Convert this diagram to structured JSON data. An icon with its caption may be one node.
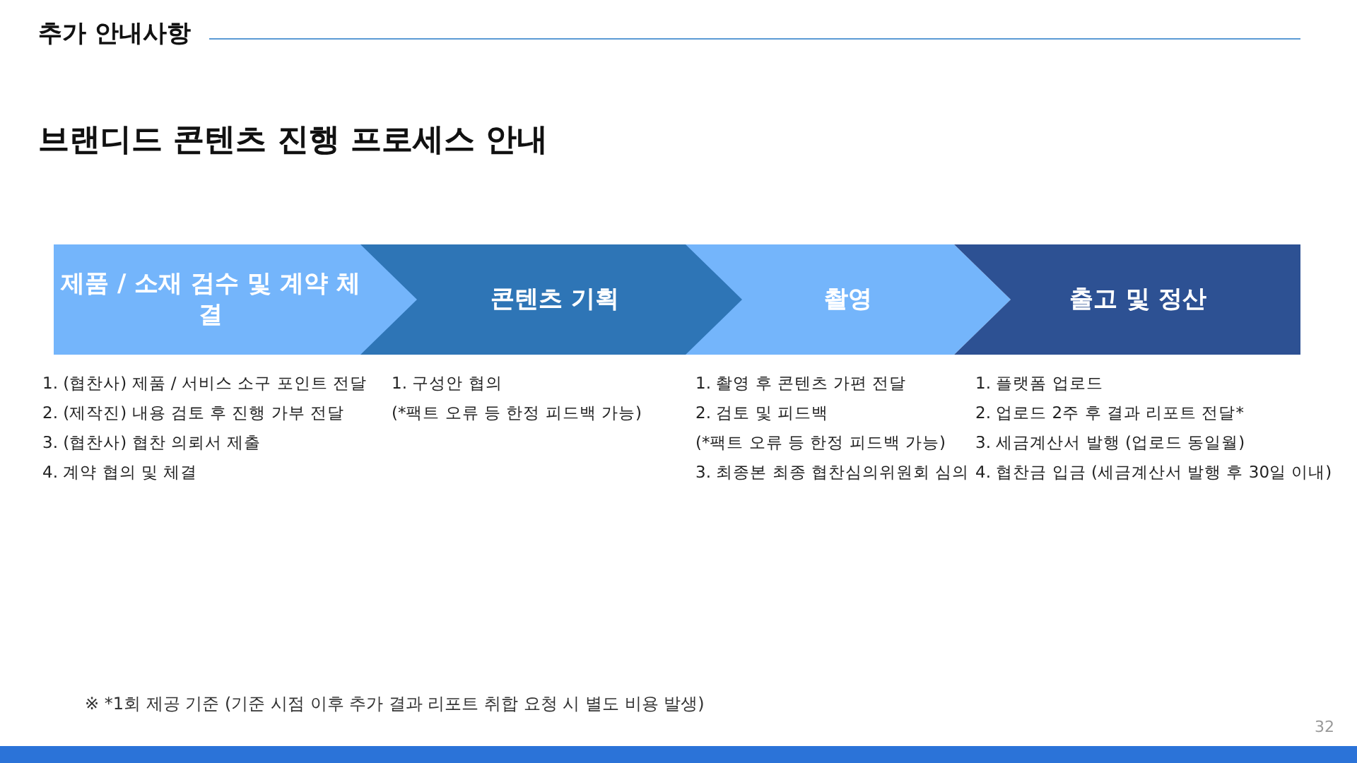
{
  "diagram": {
    "title": "브랜디드 콘텐츠 진행 프로세스 안내",
    "nodes": [
      {
        "text": [
          "제품 / 소재 검수 및 계약 체결"
        ],
        "beside": [
          "1. (협찬사) 제품 / 서비스 소구 포인트 전달",
          "2. (제작진) 내용 검토 후 진행 가부 전달",
          "3. (협찬사) 협찬 의뢰서 제출",
          "4. 계약 협의 및 체결"
        ]
      },
      {
        "text": [
          "콘텐츠 기획"
        ],
        "beside": [
          "1. 구성안 협의",
          "(*팩트 오류 등 한정 피드백 가능)"
        ]
      },
      {
        "text": [
          "촬영"
        ],
        "beside": [
          "1. 촬영 후 콘텐츠 가편 전달",
          "2. 검토 및 피드백",
          "(*팩트 오류 등 한정 피드백 가능)",
          "3. 최종본 최종 협찬심의위원회 심의"
        ]
      },
      {
        "text": [
          "출고 및 정산"
        ],
        "beside": [
          "1. 플랫폼 업로드",
          "2. 업로드 2주 후 결과 리포트 전달*",
          "3. 세금계산서 발행 (업로드 동일월)",
          "4. 협찬금 입금 (세금계산서 발행 후 30일 이내)"
        ]
      }
    ],
    "labels": [
      "추가 안내사항",
      "※ *1회 제공 기준 (기준 시점 이후 추가 결과 리포트 취합 요청 시 별도 비용 발생)",
      "32"
    ]
  }
}
